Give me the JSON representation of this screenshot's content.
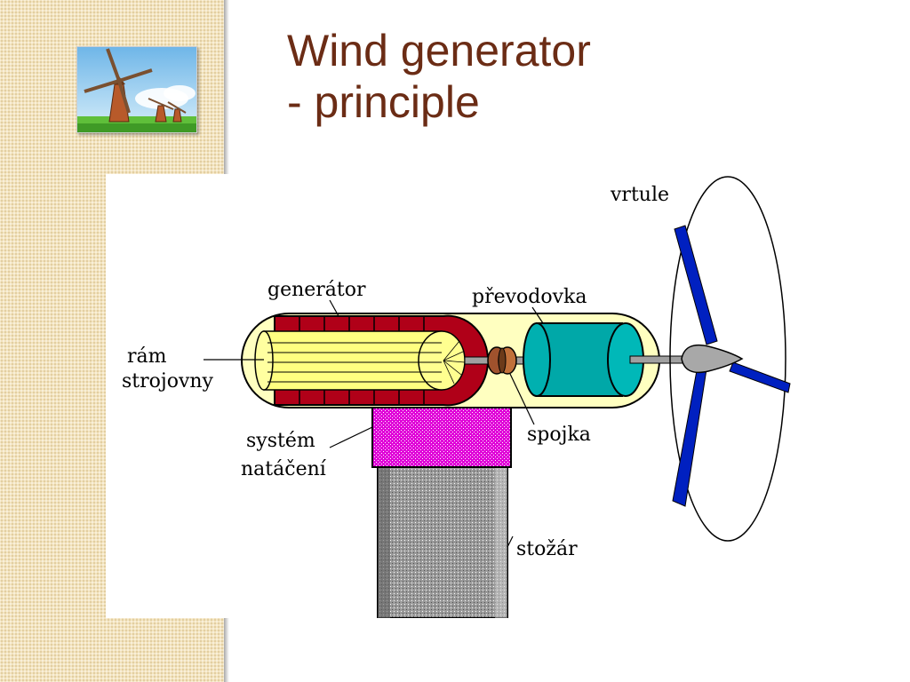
{
  "slide": {
    "title_line1": "Wind generator",
    "title_line2": "- principle"
  },
  "diagram": {
    "labels": {
      "vrtule": "vrtule",
      "generator": "generátor",
      "prevodovka": "převodovka",
      "ram_line1": "rám",
      "ram_line2": "strojovny",
      "spojka": "spojka",
      "system_line1": "systém",
      "system_line2": "natáčení",
      "stozar": "stožár"
    },
    "colors": {
      "title": "#6b2c15",
      "nacelle": "#ffffc0",
      "generator_housing": "#b00018",
      "rotor_core": "#ffff80",
      "gearbox": "#00a8a8",
      "yaw_system": "#e000d8",
      "tower": "#909090",
      "blades": "#0020c0",
      "coupling": "#a0522d"
    },
    "icons": [
      "windmill-logo-icon"
    ]
  }
}
